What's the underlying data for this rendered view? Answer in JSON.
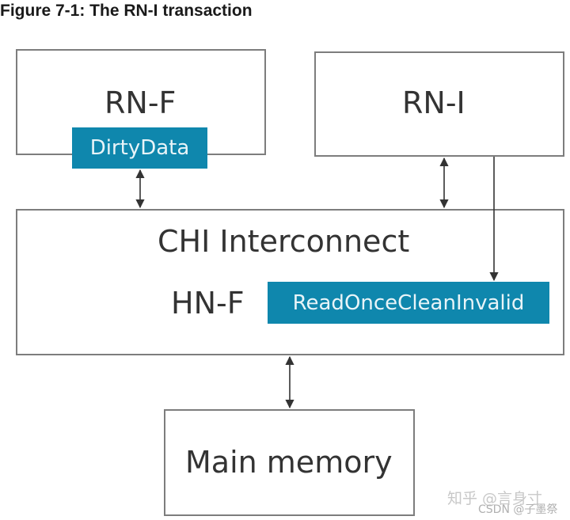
{
  "figure": {
    "title": "Figure 7-1: The RN-I transaction"
  },
  "nodes": {
    "rn_f": {
      "label": "RN-F",
      "tag": "DirtyData"
    },
    "rn_i": {
      "label": "RN-I"
    },
    "interconnect": {
      "label": "CHI Interconnect",
      "hn_f_label": "HN-F",
      "tag": "ReadOnceCleanInvalid"
    },
    "main_memory": {
      "label": "Main memory"
    }
  },
  "edges": [
    {
      "from": "RN-F",
      "to": "CHI Interconnect",
      "direction": "bidirectional"
    },
    {
      "from": "RN-I",
      "to": "CHI Interconnect",
      "direction": "bidirectional"
    },
    {
      "from": "RN-I",
      "to": "ReadOnceCleanInvalid",
      "direction": "forward"
    },
    {
      "from": "CHI Interconnect",
      "to": "Main memory",
      "direction": "bidirectional"
    }
  ],
  "watermark": {
    "line1": "知乎 @言身寸",
    "line2": "CSDN @子墨祭"
  },
  "colors": {
    "tag_background": "#0f87ad",
    "box_border": "#7d7d7d",
    "arrow": "#333333"
  }
}
